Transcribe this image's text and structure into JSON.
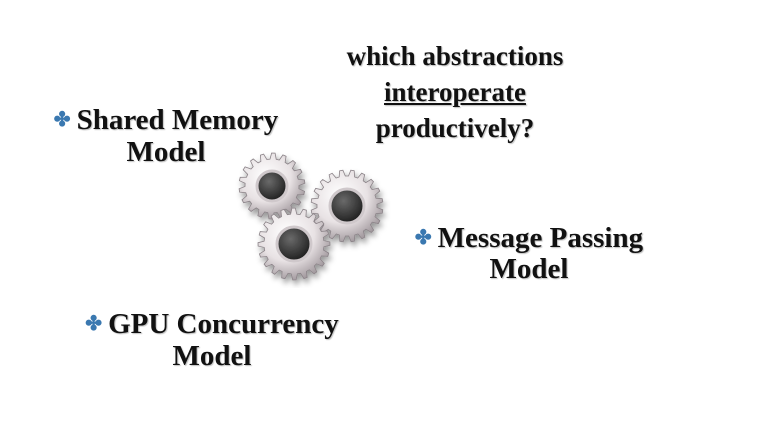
{
  "question": {
    "line1": "which abstractions",
    "line2": "interoperate",
    "line3": "productively?"
  },
  "bullets": {
    "shared": {
      "line1": "Shared Memory",
      "line2": "Model"
    },
    "message": {
      "line1": "Message Passing",
      "line2": "Model"
    },
    "gpu": {
      "line1": "GPU Concurrency",
      "line2": "Model"
    }
  },
  "bullet_glyph": "✤",
  "colors": {
    "bullet": "#3a78b0",
    "gear": "#e8e2e4",
    "gear_shadow": "#8a8287"
  },
  "image": {
    "icon": "gears-icon"
  }
}
